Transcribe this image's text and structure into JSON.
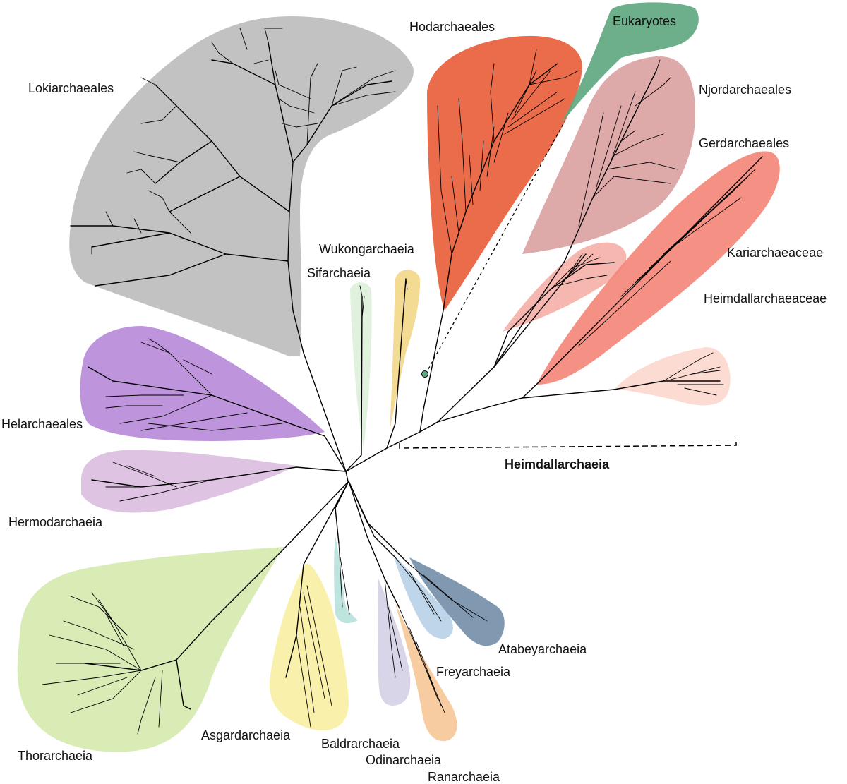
{
  "figure": {
    "clades": [
      {
        "name": "Lokiarchaeales",
        "color": "#bdbdbd",
        "bold": false
      },
      {
        "name": "Hodarchaeales",
        "color": "#e8603c",
        "bold": false
      },
      {
        "name": "Eukaryotes",
        "color": "#5fa880",
        "bold": false
      },
      {
        "name": "Njordarchaeales",
        "color": "#dba2a2",
        "bold": false
      },
      {
        "name": "Gerdarchaeales",
        "color": "#f6b3ac",
        "bold": false
      },
      {
        "name": "Kariarchaeaceae",
        "color": "#f4877a",
        "bold": false
      },
      {
        "name": "Heimdallarchaeaceae",
        "color": "#fbd9d0",
        "bold": false
      },
      {
        "name": "Wukongarchaeia",
        "color": "#f3d98e",
        "bold": false
      },
      {
        "name": "Sifarchaeia",
        "color": "#dff1dc",
        "bold": false
      },
      {
        "name": "Helarchaeales",
        "color": "#b98bd9",
        "bold": false
      },
      {
        "name": "Hermodarchaeia",
        "color": "#dcc0e0",
        "bold": false
      },
      {
        "name": "Thorarchaeia",
        "color": "#d8ebb4",
        "bold": false
      },
      {
        "name": "Asgardarchaeia",
        "color": "#f9f1a8",
        "bold": false
      },
      {
        "name": "Baldrarchaeia",
        "color": "#b9e3dd",
        "bold": false
      },
      {
        "name": "Odinarchaeia",
        "color": "#d7d3e8",
        "bold": false
      },
      {
        "name": "Ranarchaeia",
        "color": "#f8c99c",
        "bold": false
      },
      {
        "name": "Freyarchaeia",
        "color": "#bcd3e9",
        "bold": false
      },
      {
        "name": "Atabeyarchaeia",
        "color": "#6f8aa6",
        "bold": false
      }
    ],
    "group_label": "Heimdallarchaeia",
    "node_marker_color": "#5fa880"
  }
}
